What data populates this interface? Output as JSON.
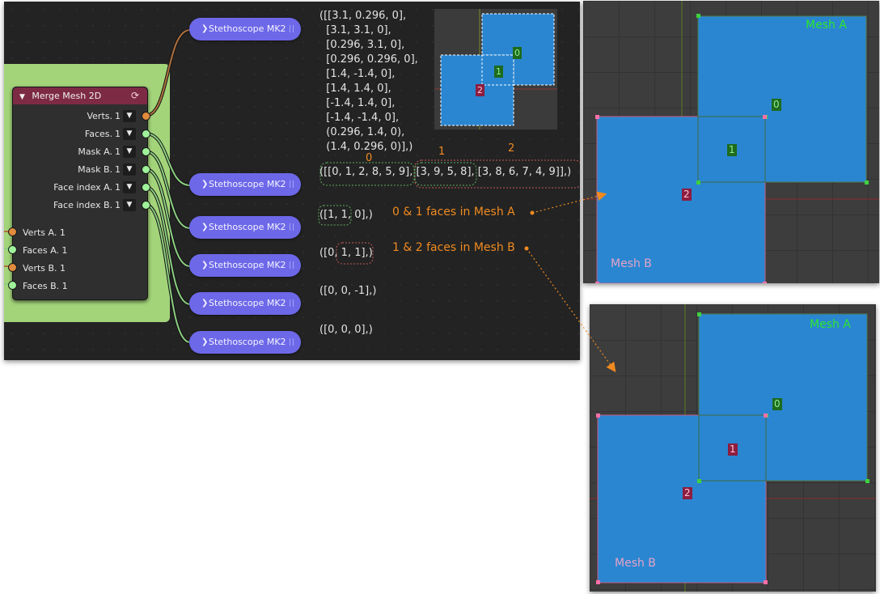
{
  "node": {
    "title": "Merge Mesh 2D",
    "outputs": [
      {
        "label": "Verts.",
        "count": "1"
      },
      {
        "label": "Faces.",
        "count": "1"
      },
      {
        "label": "Mask A.",
        "count": "1"
      },
      {
        "label": "Mask B.",
        "count": "1"
      },
      {
        "label": "Face index A.",
        "count": "1"
      },
      {
        "label": "Face index B.",
        "count": "1"
      }
    ],
    "inputs": [
      "Verts A. 1",
      "Faces A. 1",
      "Verts B. 1",
      "Faces B. 1"
    ]
  },
  "stethoscope_label": "Stethoscope MK2",
  "outputs_text": {
    "verts": "([[3.1, 0.296, 0],\n  [3.1, 3.1, 0],\n  [0.296, 3.1, 0],\n  [0.296, 0.296, 0],\n  [1.4, -1.4, 0],\n  [1.4, 1.4, 0],\n  [-1.4, 1.4, 0],\n  [-1.4, -1.4, 0],\n  (0.296, 1.4, 0),\n  (1.4, 0.296, 0)],)",
    "faces": "([[0, 1, 2, 8, 5, 9], [3, 9, 5, 8], [3, 8, 6, 7, 4, 9]],)",
    "mask_a": "([1, 1, 0],)",
    "mask_b": "([0, 1, 1],)",
    "face_index_a": "([0, 0, -1],)",
    "face_index_b": "([0, 0, 0],)"
  },
  "face_indices": [
    "0",
    "1",
    "2"
  ],
  "annotations": {
    "mesh_a_note": "0 & 1 faces in Mesh A",
    "mesh_b_note": "1 & 2 faces in Mesh B"
  },
  "viewport_labels": {
    "mesh_a": "Mesh A",
    "mesh_b": "Mesh B",
    "face0": "0",
    "face1": "1",
    "face2": "2"
  },
  "colors": {
    "node_header": "#7d2a45",
    "frame": "#a3d47a",
    "stethoscope": "#6d68e8",
    "mesh_fill": "#2a86d1",
    "annotation": "#f08a20"
  }
}
